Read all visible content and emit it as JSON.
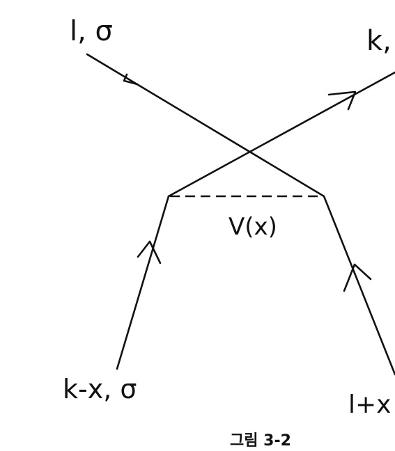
{
  "labels": {
    "top_left": "l, σ",
    "top_right": "k,",
    "interaction": "V(x)",
    "bottom_left": "k-x, σ",
    "bottom_right": "l+x"
  },
  "caption": "그림 3-2"
}
